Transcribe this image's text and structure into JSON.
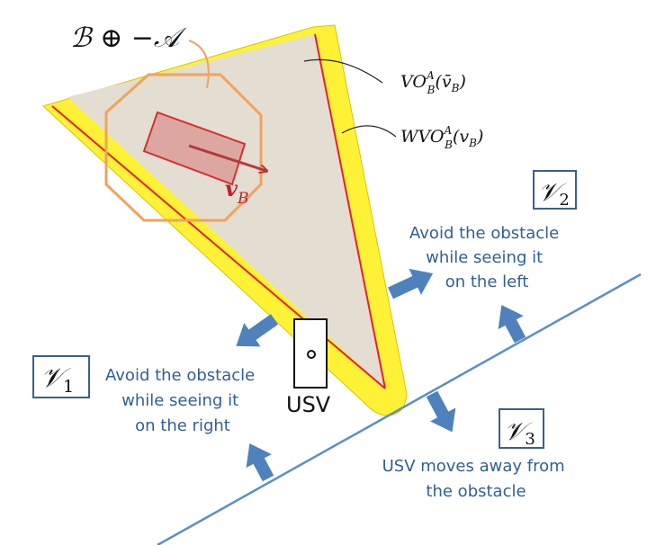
{
  "labels": {
    "minkowski": "ℬ ⊕ −𝒜",
    "vo": "VO",
    "vo_sup": "A",
    "vo_sub": "B",
    "vo_arg": "(v̄",
    "vo_arg_sub": "B",
    "vo_close": ")",
    "wvo": "WVO",
    "wvo_sup": "A",
    "wvo_sub": "B",
    "wvo_arg": "(v",
    "wvo_arg_sub": "B",
    "wvo_close": ")",
    "velocity": "v",
    "velocity_sub": "B",
    "usv": "USV"
  },
  "regions": {
    "v1": {
      "symbol": "𝒱",
      "index": "1",
      "text": [
        "Avoid the obstacle",
        "while seeing it",
        "on the right"
      ]
    },
    "v2": {
      "symbol": "𝒱",
      "index": "2",
      "text": [
        "Avoid the obstacle",
        "while seeing it",
        "on the left"
      ]
    },
    "v3": {
      "symbol": "𝒱",
      "index": "3",
      "text": [
        "USV moves away from",
        "the obstacle"
      ]
    }
  },
  "colors": {
    "cone_fill": "#e4ddd2",
    "yellow_band": "#fff236",
    "red_edge": "#e8202a",
    "obstacle_outline": "#f0a35a",
    "obstacle_rect_fill": "#d9908c",
    "obstacle_rect_stroke": "#d8302c",
    "velocity_arrow": "#b33a3a",
    "blue_arrow": "#4f81bd",
    "blue_line": "#5b8fc7",
    "blue_text": "#2f5f98",
    "box_stroke": "#3a5f8f"
  }
}
